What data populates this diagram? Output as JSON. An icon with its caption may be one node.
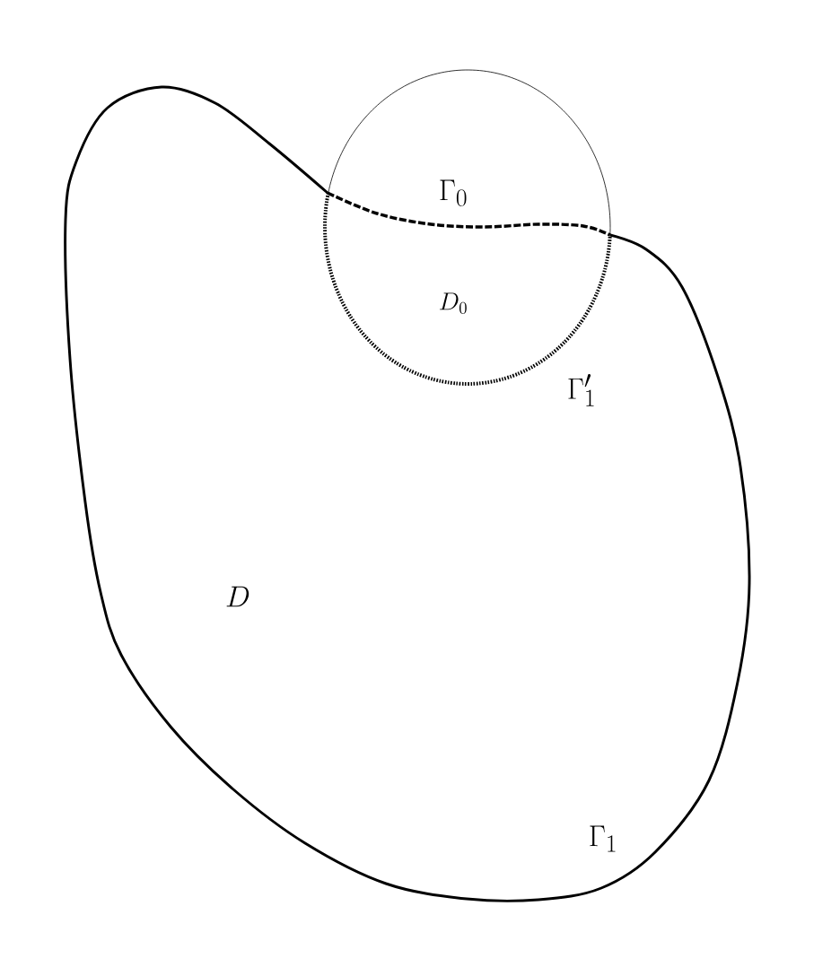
{
  "diagram": {
    "labels": [
      "\\Gamma_0",
      "D_0",
      "\\Gamma_1'",
      "D",
      "\\Gamma_1"
    ]
  }
}
